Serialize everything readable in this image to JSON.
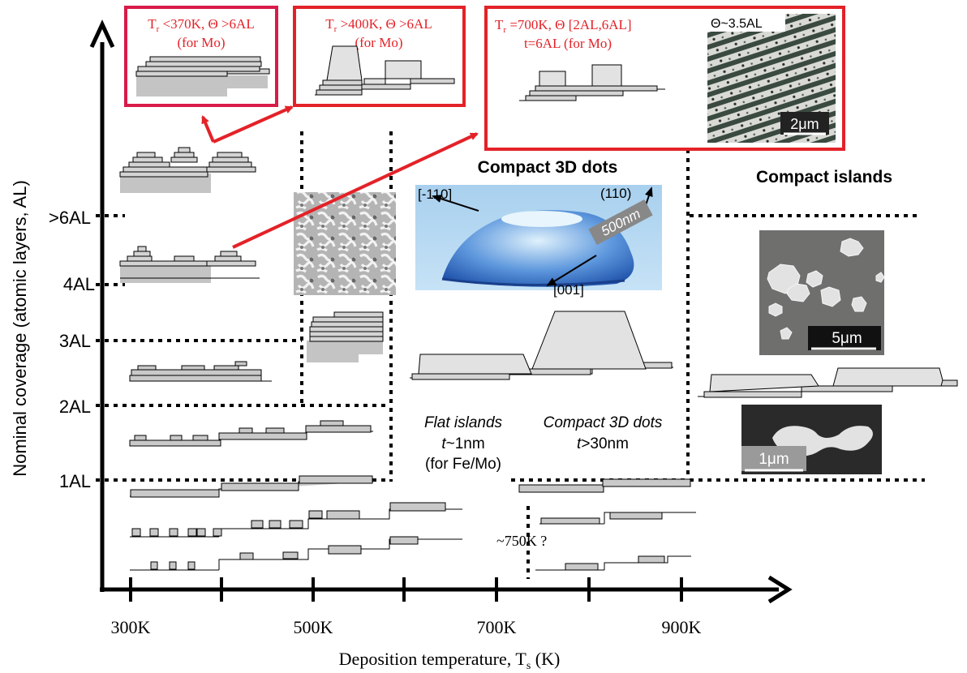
{
  "axes": {
    "xlabel_prefix": "Deposition temperature, T",
    "xlabel_sub": "s",
    "xlabel_suffix": " (K)",
    "ylabel": "Nominal coverage (atomic layers, AL)",
    "xticks": [
      "300K",
      "500K",
      "700K",
      "900K"
    ],
    "yticks": [
      "1AL",
      "2AL",
      "3AL",
      "4AL",
      ">6AL"
    ]
  },
  "regions": {
    "compact_3d_dots_title": "Compact 3D dots",
    "compact_islands_title": "Compact islands",
    "flat_islands_line1": "Flat islands",
    "flat_islands_line2_t": "t",
    "flat_islands_line2_rest": "~1nm",
    "flat_islands_line3": "(for Fe/Mo)",
    "dots_line1": "Compact 3D dots",
    "dots_line2_t": "t",
    "dots_line2_rest": ">30nm",
    "transition_label": "~750K ?"
  },
  "boxes": {
    "box1_line1_pre": "T",
    "box1_line1_sub": "r",
    "box1_line1_post": " <370K, Θ >6AL",
    "box1_line2": "(for Mo)",
    "box2_line1_pre": "T",
    "box2_line1_sub": "r",
    "box2_line1_post": " >400K, Θ >6AL",
    "box2_line2": "(for Mo)",
    "box3_line1_pre": "T",
    "box3_line1_sub": "r",
    "box3_line1_post": " =700K, Θ [2AL,6AL]",
    "box3_line2": "t=6AL (for Mo)"
  },
  "images": {
    "stripes_label": "Θ~3.5AL",
    "stripes_scale": "2μm",
    "dot_dir1": "[-110]",
    "dot_dir2": "(110)",
    "dot_dir3": "[001]",
    "dot_scale": "500nm",
    "islands_scale": "5μm",
    "bowtie_scale": "1μm"
  },
  "colors": {
    "accent_red": "#e32228",
    "box1_border": "#d81b4a",
    "layer_fill": "#d2d2d2",
    "substrate_fill": "#c4c4c4"
  }
}
